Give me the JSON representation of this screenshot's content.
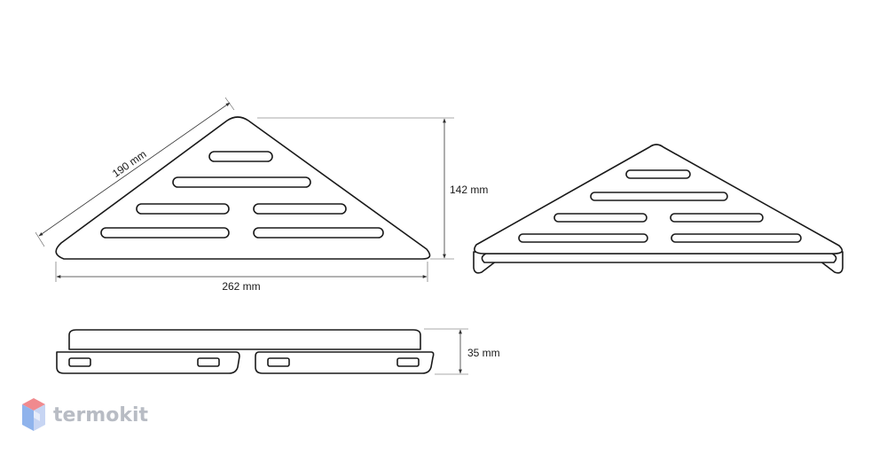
{
  "dimensions": {
    "side_length": "190 mm",
    "depth": "142 mm",
    "width": "262 mm",
    "height": "35 mm"
  },
  "brand": {
    "name": "termokit",
    "text_color": "#b8bcc4",
    "logo_icon": "hexagon-cube-icon",
    "logo_colors": [
      "#f08a8e",
      "#8fb3ec",
      "#c7d5f3"
    ]
  }
}
